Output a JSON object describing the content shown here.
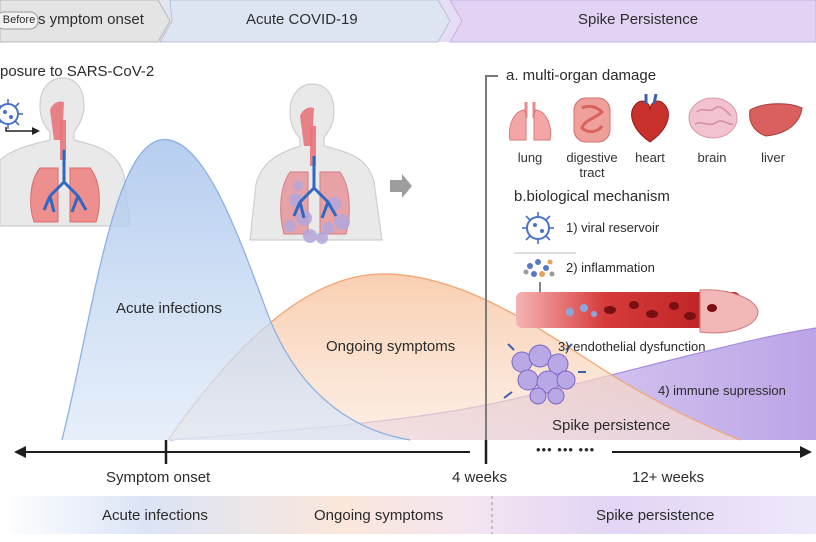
{
  "banner": {
    "stage1_tag": "Before",
    "stage1": "s ymptom onset",
    "stage2": "Acute COVID-19",
    "stage3": "Spike Persistence"
  },
  "exposure_label": "posure to SARS-CoV-2",
  "curves": {
    "acute": "Acute infections",
    "ongoing": "Ongoing symptoms",
    "spike": "Spike persistence"
  },
  "panel": {
    "a_title": "a. multi-organ damage",
    "organs": [
      "lung",
      "digestive tract",
      "heart",
      "brain",
      "liver"
    ],
    "b_title": "b.biological mechanism",
    "mechanisms": [
      "1) viral reservoir",
      "2) inflammation",
      "3) endothelial dysfunction",
      "4) immune supression"
    ]
  },
  "timeline": {
    "t1": "Symptom onset",
    "t2": "4 weeks",
    "dots": "••• ••• •••",
    "t3": "12+ weeks"
  },
  "legend_bar": {
    "seg1": "Acute infections",
    "seg2": "Ongoing symptoms",
    "seg3": "Spike persistence"
  },
  "colors": {
    "acute": "#bcd2ee",
    "ongoing": "#f6c9a9",
    "spike": "#c9b4ea",
    "organ": "#e98a8a"
  }
}
